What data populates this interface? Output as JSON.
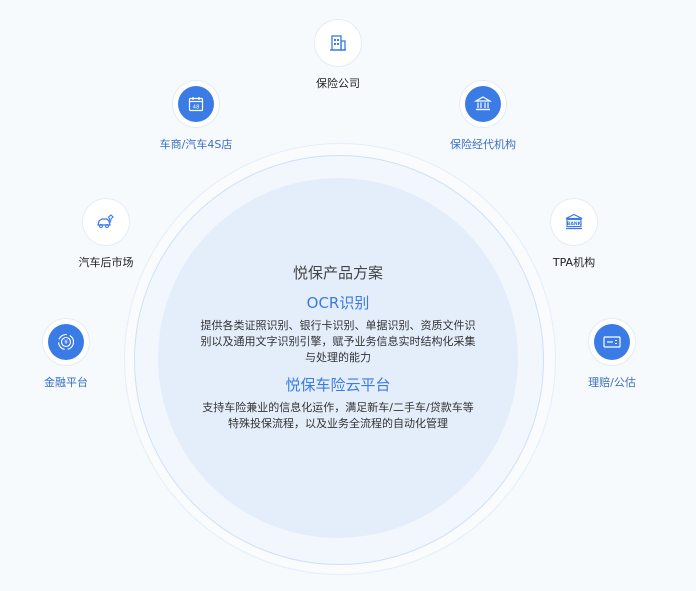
{
  "center": {
    "title": "悦保产品方案",
    "ocr_title": "OCR识别",
    "ocr_desc": "提供各类证照识别、银行卡识别、单据识别、资质文件识别以及通用文字识别引擎，赋予业务信息实时结构化采集与处理的能力",
    "cloud_title": "悦保车险云平台",
    "cloud_desc": "支持车险兼业的信息化运作，满足新车/二手车/贷款车等特殊投保流程，以及业务全流程的自动化管理"
  },
  "nodes": {
    "insurance_company": {
      "label": "保险公司",
      "icon": "building-icon"
    },
    "dealer": {
      "label": "车商/汽车4S店",
      "icon": "calendar-48-icon"
    },
    "broker": {
      "label": "保险经代机构",
      "icon": "bank-columns-icon"
    },
    "aftermarket": {
      "label": "汽车后市场",
      "icon": "car-wrench-icon"
    },
    "tpa": {
      "label": "TPA机构",
      "icon": "bank-icon"
    },
    "finance": {
      "label": "金融平台",
      "icon": "yen-coin-icon"
    },
    "claims": {
      "label": "理赔/公估",
      "icon": "card-icon"
    }
  },
  "colors": {
    "accent": "#3a7be6",
    "label_blue": "#3a6fc4"
  }
}
